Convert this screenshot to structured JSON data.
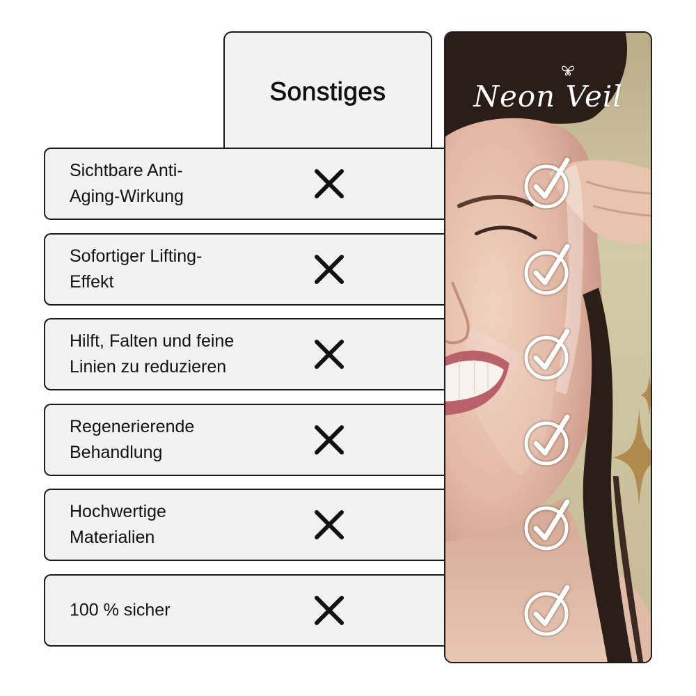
{
  "header": {
    "competitor_label": "Sonstiges"
  },
  "brand": {
    "name": "Neon Veil",
    "logo_icon": "butterfly-icon",
    "photo": "woman-peeling-face-mask-photo"
  },
  "rows": [
    {
      "lines": [
        "Sichtbare Anti-",
        "Aging-Wirkung"
      ],
      "competitor_icon": "x-mark-icon",
      "brand_icon": "check-circle-icon"
    },
    {
      "lines": [
        "Sofortiger Lifting-",
        "Effekt"
      ],
      "competitor_icon": "x-mark-icon",
      "brand_icon": "check-circle-icon"
    },
    {
      "lines": [
        "Hilft, Falten und feine",
        "Linien zu reduzieren"
      ],
      "competitor_icon": "x-mark-icon",
      "brand_icon": "check-circle-icon"
    },
    {
      "lines": [
        "Regenerierende",
        "Behandlung"
      ],
      "competitor_icon": "x-mark-icon",
      "brand_icon": "check-circle-icon"
    },
    {
      "lines": [
        "Hochwertige",
        "Materialien"
      ],
      "competitor_icon": "x-mark-icon",
      "brand_icon": "check-circle-icon"
    },
    {
      "lines": [
        "100 % sicher"
      ],
      "competitor_icon": "x-mark-icon",
      "brand_icon": "check-circle-icon"
    }
  ],
  "colors": {
    "row_background": "#f2f2f2",
    "border": "#1a1a1a",
    "text": "#111111",
    "check": "#ffffff",
    "accent_gold": "#b08a4e"
  }
}
